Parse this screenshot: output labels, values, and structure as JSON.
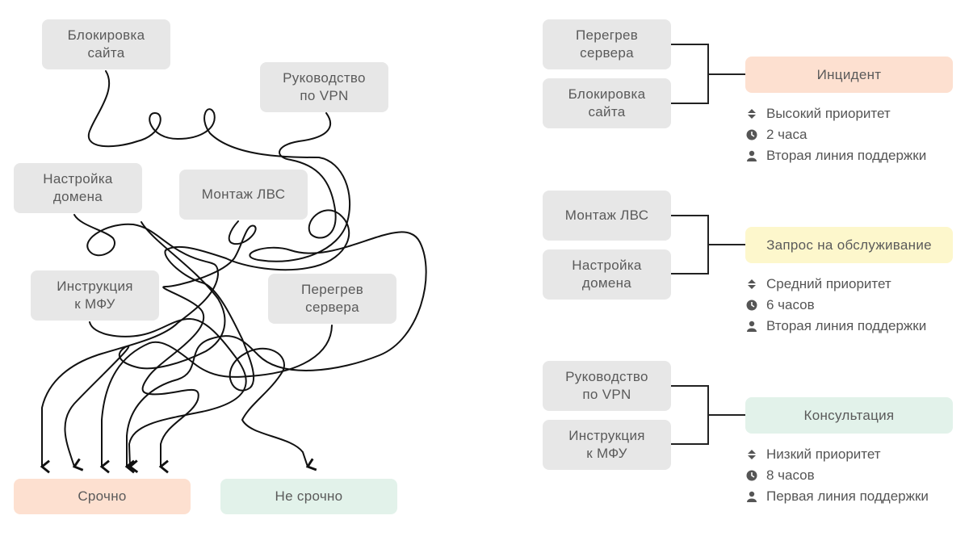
{
  "left": {
    "tasks": {
      "site_block": "Блокировка\nсайта",
      "vpn_guide": "Руководство\nпо VPN",
      "domain_setup": "Настройка\nдомена",
      "lan_install": "Монтаж ЛВС",
      "mfp_manual": "Инструкция\nк МФУ",
      "server_overheat": "Перегрев\nсервера"
    },
    "targets": {
      "urgent": "Срочно",
      "not_urgent": "Не срочно"
    }
  },
  "right": {
    "groups": [
      {
        "tasks": [
          "Перегрев\nсервера",
          "Блокировка\nсайта"
        ],
        "category": "Инцидент",
        "color": "#fde0d0",
        "attributes": [
          {
            "icon": "priority-icon",
            "text": "Высокий приоритет"
          },
          {
            "icon": "clock-icon",
            "text": "2 часа"
          },
          {
            "icon": "user-icon",
            "text": "Вторая линия поддержки"
          }
        ]
      },
      {
        "tasks": [
          "Монтаж ЛВС",
          "Настройка\nдомена"
        ],
        "category": "Запрос на обслуживание",
        "color": "#fdf7cc",
        "attributes": [
          {
            "icon": "priority-icon",
            "text": "Средний приоритет"
          },
          {
            "icon": "clock-icon",
            "text": "6 часов"
          },
          {
            "icon": "user-icon",
            "text": "Вторая линия поддержки"
          }
        ]
      },
      {
        "tasks": [
          "Руководство\nпо VPN",
          "Инструкция\nк МФУ"
        ],
        "category": "Консультация",
        "color": "#e2f2ea",
        "attributes": [
          {
            "icon": "priority-icon",
            "text": "Низкий приоритет"
          },
          {
            "icon": "clock-icon",
            "text": "8 часов"
          },
          {
            "icon": "user-icon",
            "text": "Первая линия поддержки"
          }
        ]
      }
    ]
  },
  "colors": {
    "task_bg": "#e7e7e7",
    "urgent": "#fde0d0",
    "not_urgent": "#e2f2ea",
    "maintenance": "#fdf7cc",
    "line": "#111111",
    "text": "#5a5a5a"
  }
}
